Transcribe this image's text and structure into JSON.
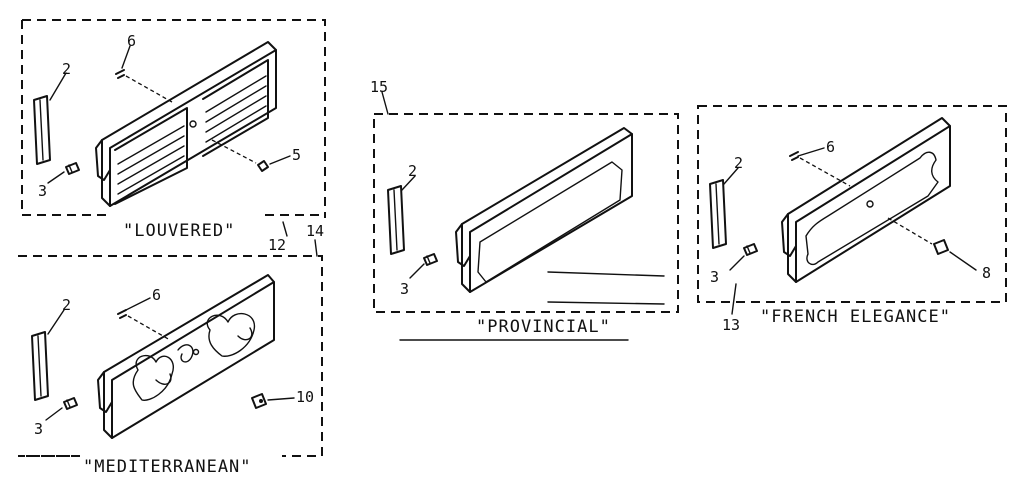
{
  "panels": [
    {
      "caption": "\"LOUVERED\"",
      "callouts": {
        "strip": "2",
        "screw": "6",
        "clip": "3",
        "knob": "5",
        "ref_a": "12",
        "ref_b": "14"
      }
    },
    {
      "caption": "\"MEDITERRANEAN\"",
      "callouts": {
        "strip": "2",
        "screw": "6",
        "clip": "3",
        "knob": "10"
      }
    },
    {
      "caption": "\"PROVINCIAL\"",
      "callouts": {
        "group": "15",
        "strip": "2",
        "clip": "3"
      }
    },
    {
      "caption": "\"FRENCH ELEGANCE\"",
      "callouts": {
        "strip": "2",
        "screw": "6",
        "clip": "3",
        "knob": "8",
        "ref": "13"
      }
    }
  ]
}
